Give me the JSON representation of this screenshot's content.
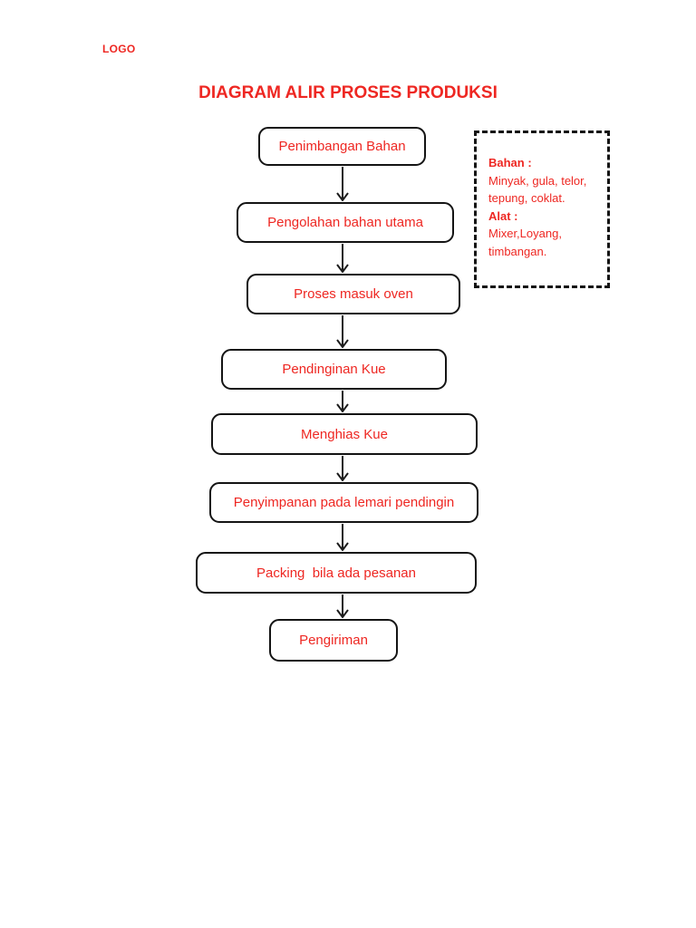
{
  "header": {
    "logo": "LOGO",
    "title": "DIAGRAM ALIR PROSES PRODUKSI"
  },
  "colors": {
    "text_red": "#ee2722",
    "line_black": "#141414",
    "background": "#ffffff"
  },
  "flow": {
    "steps": [
      {
        "label": "Penimbangan Bahan"
      },
      {
        "label": "Pengolahan bahan utama"
      },
      {
        "label": "Proses masuk oven"
      },
      {
        "label": "Pendinginan Kue"
      },
      {
        "label": "Menghias Kue"
      },
      {
        "label": "Penyimpanan pada lemari pendingin"
      },
      {
        "label": "Packing  bila ada pesanan"
      },
      {
        "label": "Pengiriman"
      }
    ]
  },
  "side_note": {
    "bahan_label": "Bahan :",
    "bahan_lines": [
      "Minyak, gula, telor,",
      "tepung, coklat."
    ],
    "alat_label": "Alat :",
    "alat_lines": [
      "Mixer,Loyang,",
      "timbangan."
    ]
  }
}
